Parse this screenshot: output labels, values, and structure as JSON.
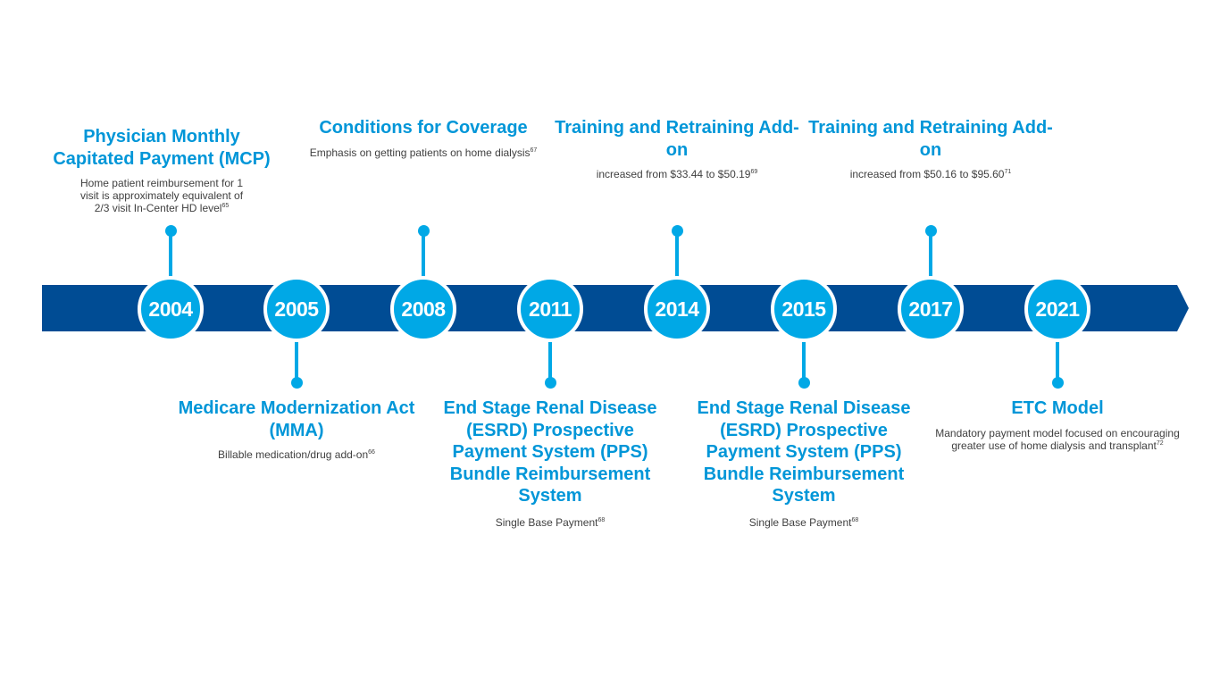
{
  "colors": {
    "bar": "#004c94",
    "circle": "#00a8e6",
    "title": "#0096d8"
  },
  "events": [
    {
      "year": "2004",
      "position": "top",
      "title": "Physician Monthly Capitated Payment (MCP)",
      "desc": "Home patient reimbursement for 1 visit is approximately equivalent of 2/3 visit In-Center HD level",
      "ref": "65"
    },
    {
      "year": "2005",
      "position": "bottom",
      "title": "Medicare Modernization Act (MMA)",
      "desc": "Billable medication/drug add-on",
      "ref": "66"
    },
    {
      "year": "2008",
      "position": "top",
      "title": "Conditions for Coverage",
      "desc": "Emphasis on getting patients on home dialysis",
      "ref": "67"
    },
    {
      "year": "2011",
      "position": "bottom",
      "title": "End Stage Renal Disease (ESRD) Prospective Payment System (PPS) Bundle Reimbursement System",
      "desc": "Single Base Payment",
      "ref": "68"
    },
    {
      "year": "2014",
      "position": "top",
      "title": "Training and Retraining Add-on",
      "desc": "increased from $33.44 to $50.19",
      "ref": "69"
    },
    {
      "year": "2015",
      "position": "bottom",
      "title": "End Stage Renal Disease (ESRD) Prospective Payment System (PPS) Bundle Reimbursement System",
      "desc": "Single Base Payment",
      "ref": "68"
    },
    {
      "year": "2017",
      "position": "top",
      "title": "Training and Retraining Add-on",
      "desc": "increased from $50.16 to $95.60",
      "ref": "71"
    },
    {
      "year": "2021",
      "position": "bottom",
      "title": "ETC Model",
      "desc": "Mandatory payment model focused on encouraging greater use of home dialysis and transplant",
      "ref": "72"
    }
  ]
}
